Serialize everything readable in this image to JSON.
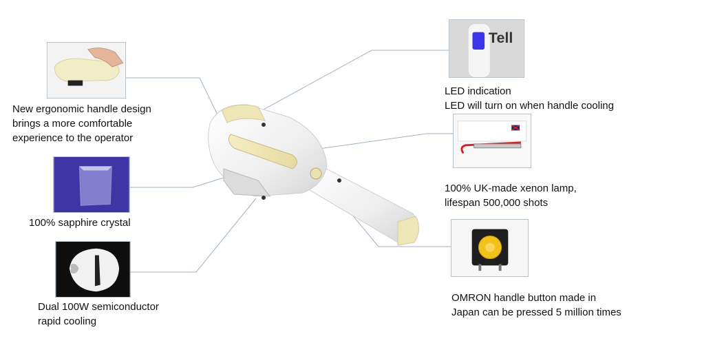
{
  "features": [
    {
      "id": "handle",
      "caption_lines": [
        "New ergonomic handle design",
        "brings a more comfortable",
        "experience to the operator"
      ]
    },
    {
      "id": "sapphire",
      "caption_lines": [
        "100% sapphire crystal"
      ]
    },
    {
      "id": "cooling",
      "caption_lines": [
        "Dual 100W semiconductor",
        "rapid cooling"
      ]
    },
    {
      "id": "led",
      "caption_lines": [
        "LED indication",
        "LED will turn on when handle cooling"
      ],
      "photo_text": "Tell"
    },
    {
      "id": "lamp",
      "caption_lines": [
        "100% UK-made xenon lamp,",
        "lifespan 500,000 shots"
      ]
    },
    {
      "id": "button",
      "caption_lines": [
        "OMRON handle button made in",
        "Japan can be pressed 5 million times"
      ]
    }
  ],
  "colors": {
    "leader_line": "#9fb2c2",
    "thumb_border": "#b9c3cc",
    "handpiece_body": "#f2f2f2",
    "handpiece_accent": "#efe6b8",
    "led_blue": "#3a35e8",
    "sapphire_purple": "#4a3fb8",
    "button_yellow": "#f2c21a"
  }
}
